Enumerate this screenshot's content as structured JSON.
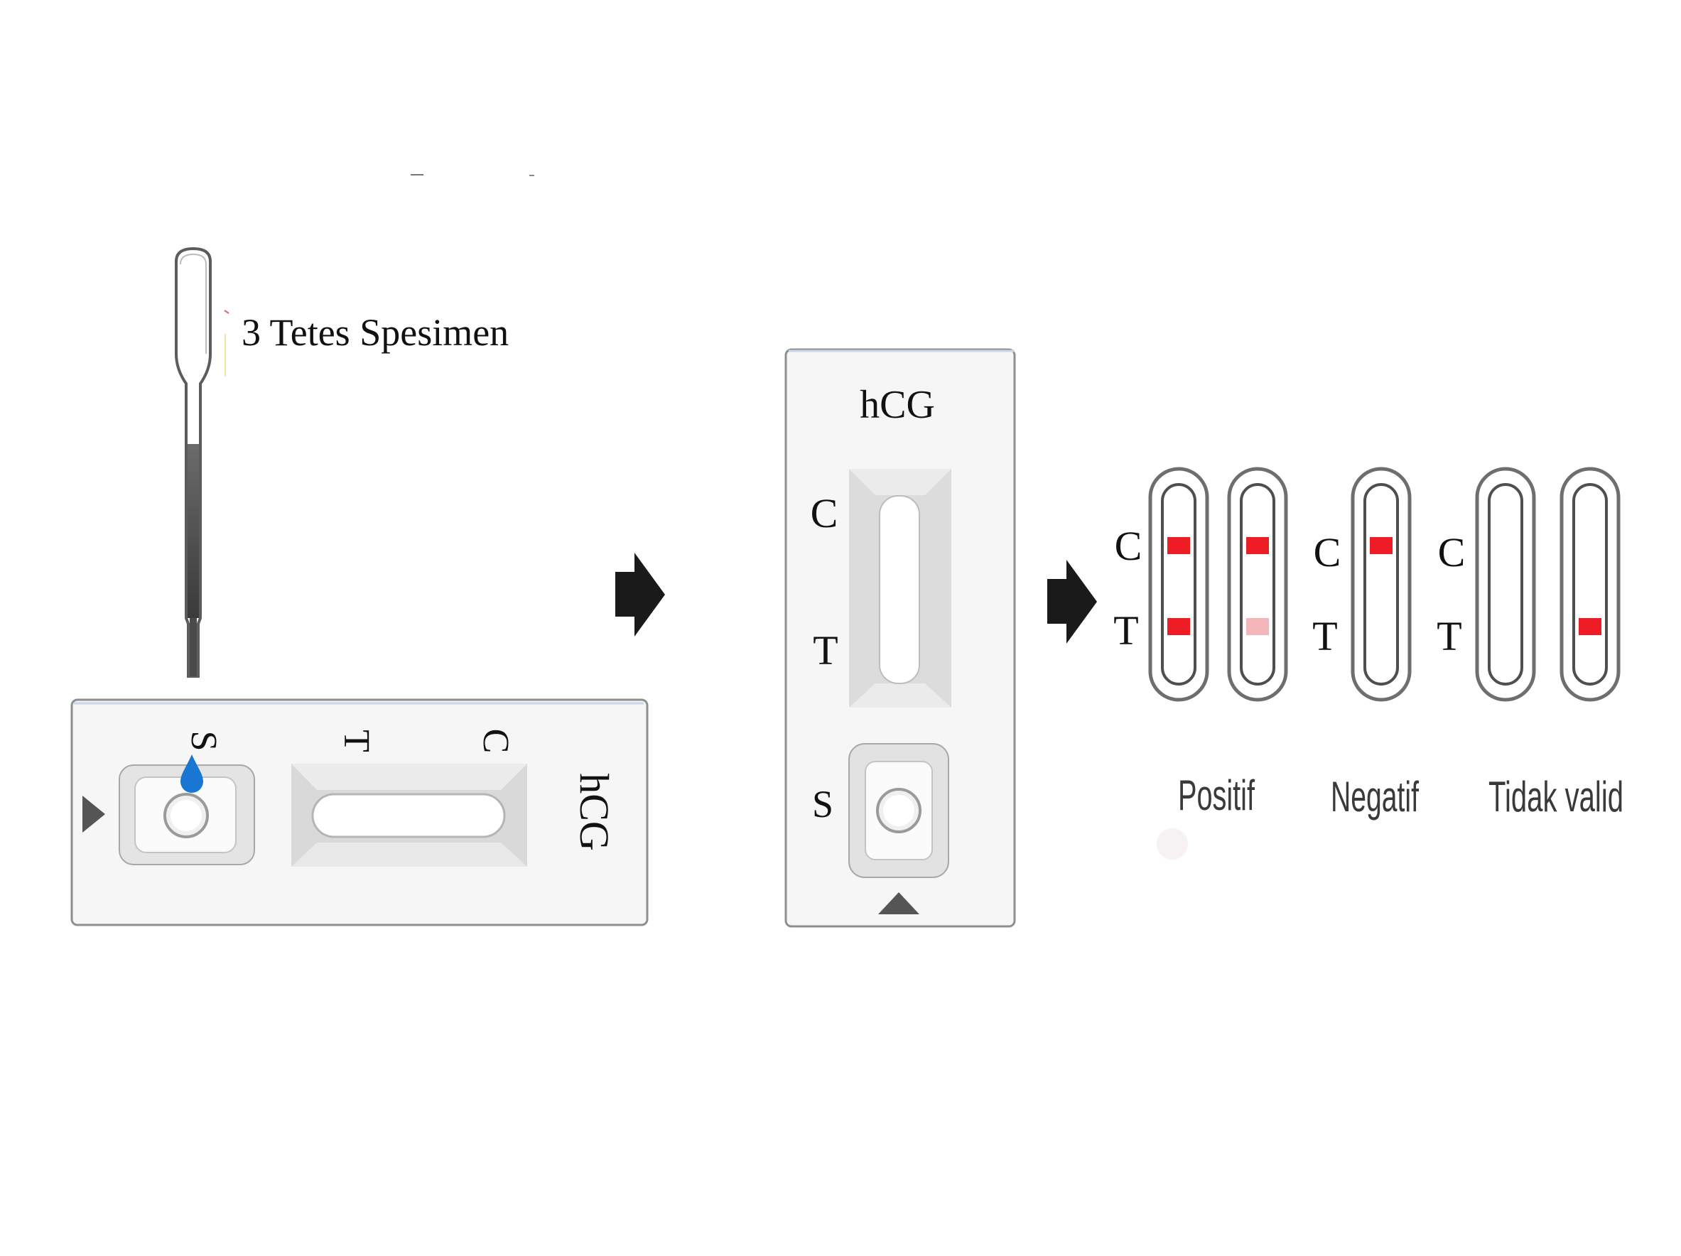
{
  "step1": {
    "pipette_caption": "3 Tetes Spesimen",
    "cassette": {
      "brand": "hCG",
      "label_s": "S",
      "label_t": "T",
      "label_c": "C"
    }
  },
  "step2": {
    "cassette": {
      "brand": "hCG",
      "label_c": "C",
      "label_t": "T",
      "label_s": "S"
    }
  },
  "results": {
    "groups": [
      {
        "name": "Positif",
        "label_c": "C",
        "label_t": "T",
        "strips": [
          {
            "control_line": "strong",
            "test_line": "strong"
          },
          {
            "control_line": "strong",
            "test_line": "faint"
          }
        ]
      },
      {
        "name": "Negatif",
        "label_c": "C",
        "label_t": "T",
        "strips": [
          {
            "control_line": "strong",
            "test_line": "none"
          }
        ]
      },
      {
        "name": "Tidak valid",
        "label_c": "C",
        "label_t": "T",
        "strips": [
          {
            "control_line": "none",
            "test_line": "none"
          },
          {
            "control_line": "none",
            "test_line": "strong"
          }
        ]
      }
    ]
  },
  "colors": {
    "line_red": "#ee1c24",
    "line_faint": "#f4b6b8",
    "drop_blue": "#1976d2",
    "arrow": "#1a1a1a",
    "cassette_fill": "#f4f4f4",
    "cassette_border": "#8e8e8e"
  },
  "icons": [
    "pipette-icon",
    "drop-icon",
    "arrow-right-icon",
    "triangle-marker-icon"
  ]
}
